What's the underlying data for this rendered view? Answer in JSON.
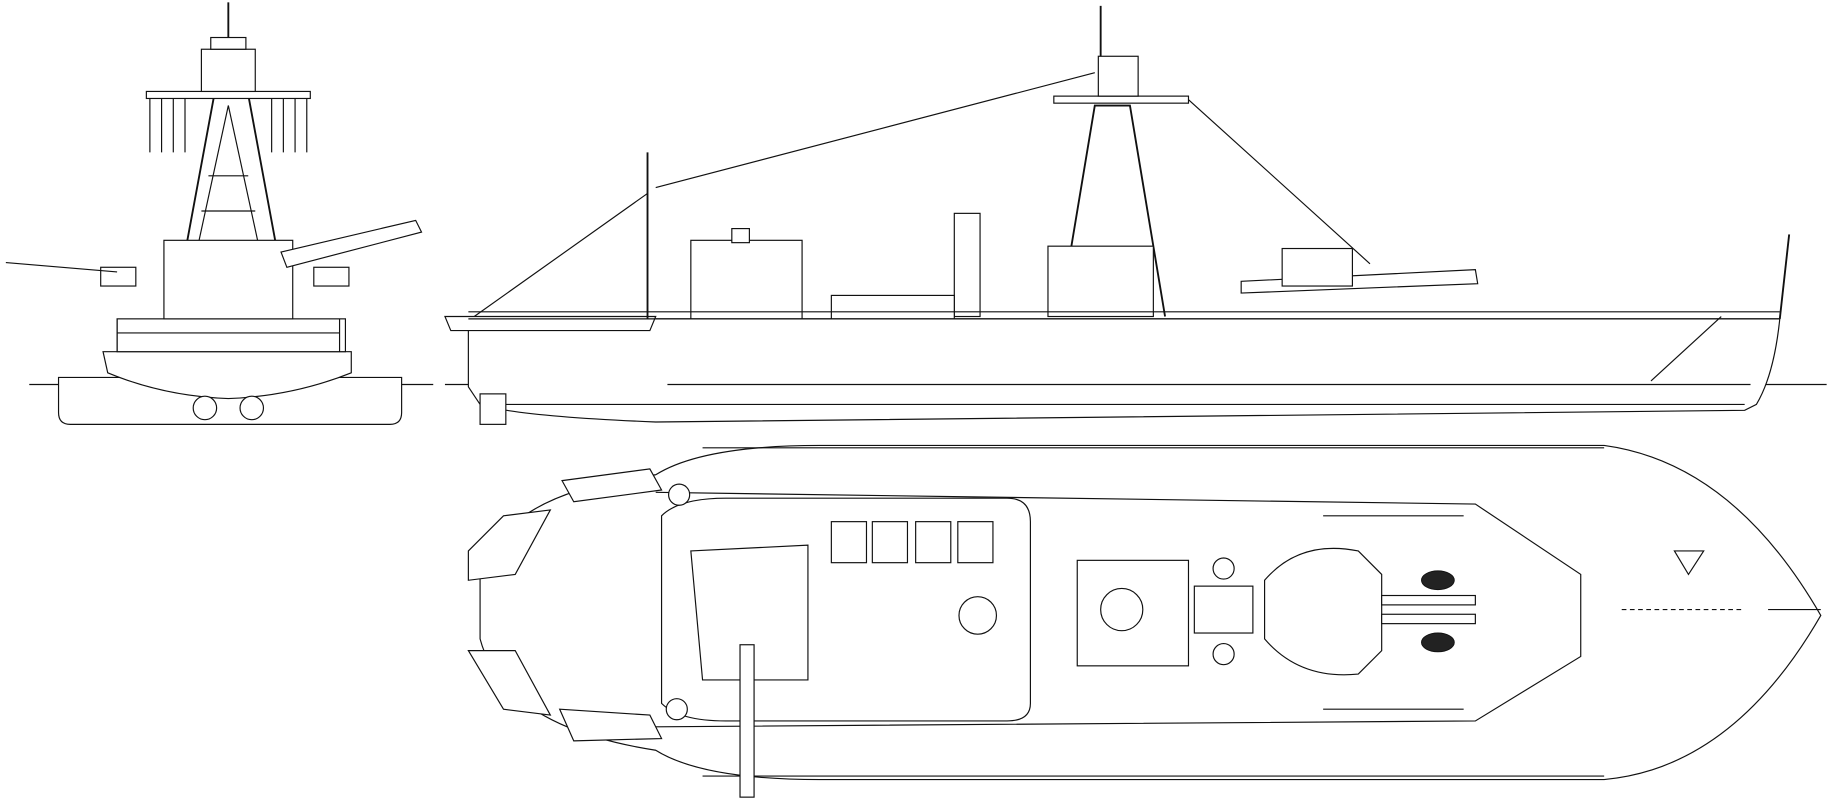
{
  "drawing": {
    "views": [
      "front-view",
      "side-profile",
      "plan-view"
    ],
    "colors": {
      "line": "#111111",
      "background": "#ffffff"
    }
  }
}
